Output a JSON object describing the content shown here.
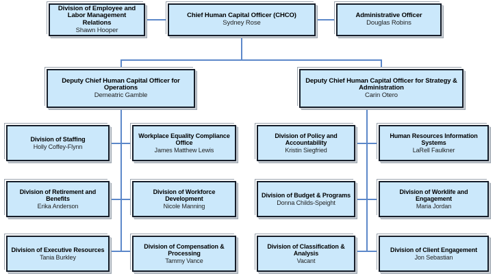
{
  "chart": {
    "kind": "organization-chart",
    "colors": {
      "box_fill": "#cbe8fb",
      "box_border": "#151d29",
      "box_frame": "#9aa3ad",
      "connector": "#5b87c9",
      "background": "#ffffff",
      "title_text": "#000000",
      "person_text": "#1d1d1d"
    }
  },
  "top_row": {
    "employee_relations": {
      "title": "Division of Employee and Labor Management Relations",
      "person": "Shawn Hooper"
    },
    "chco": {
      "title": "Chief Human Capital Officer (CHCO)",
      "person": "Sydney Rose"
    },
    "administrative_officer": {
      "title": "Administrative Officer",
      "person": "Douglas Robins"
    }
  },
  "deputy_row": {
    "operations": {
      "title": "Deputy Chief Human Capital Officer for Operations",
      "person": "Demeatric Gamble"
    },
    "strategy": {
      "title": "Deputy Chief Human Capital Officer for Strategy & Administration",
      "person": "Carin Otero"
    }
  },
  "operations_divisions": {
    "column_left": [
      {
        "title": "Division of Staffing",
        "person": "Holly Coffey-Flynn"
      },
      {
        "title": "Division of Retirement and Benefits",
        "person": "Erika Anderson"
      },
      {
        "title": "Division of Executive Resources",
        "person": "Tania Burkley"
      }
    ],
    "column_right": [
      {
        "title": "Workplace Equality Compliance Office",
        "person": "James Matthew Lewis"
      },
      {
        "title": "Division of Workforce Development",
        "person": "Nicole Manning"
      },
      {
        "title": "Division of Compensation & Processing",
        "person": "Tammy Vance"
      }
    ]
  },
  "strategy_divisions": {
    "column_left": [
      {
        "title": "Division of Policy and Accountability",
        "person": "Kristin Siegfried"
      },
      {
        "title": "Division of Budget & Programs",
        "person": "Donna Childs-Speight"
      },
      {
        "title": "Division of Classification & Analysis",
        "person": "Vacant"
      }
    ],
    "column_right": [
      {
        "title": "Human Resources Information Systems",
        "person": "LaRell Faulkner"
      },
      {
        "title": "Division of Worklife and Engagement",
        "person": "Maria Jordan"
      },
      {
        "title": "Division of Client Engagement",
        "person": "Jon Sebastian"
      }
    ]
  }
}
